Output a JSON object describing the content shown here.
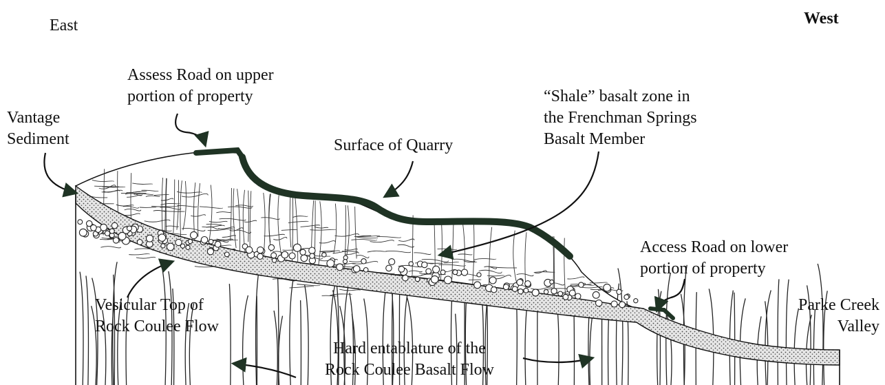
{
  "directions": {
    "east": "East",
    "west": "West"
  },
  "labels": {
    "assess_road": "Assess Road on upper\nportion of property",
    "vantage_sediment": "Vantage\nSediment",
    "surface_of_quarry": "Surface of Quarry",
    "shale_zone": "“Shale” basalt zone in\nthe Frenchman Springs\nBasalt Member",
    "access_road_lower": "Access Road on lower\nportion of property",
    "vesicular_top": "Vesicular Top of\nRock Coulee Flow",
    "parke_creek": "Parke Creek\nValley",
    "hard_entablature": "Hard entablature of the\nRock Coulee Basalt Flow"
  },
  "colors": {
    "road_and_arrows": "#1f3324",
    "sediment_fill": "#d9d9d9",
    "ink": "#111111"
  }
}
